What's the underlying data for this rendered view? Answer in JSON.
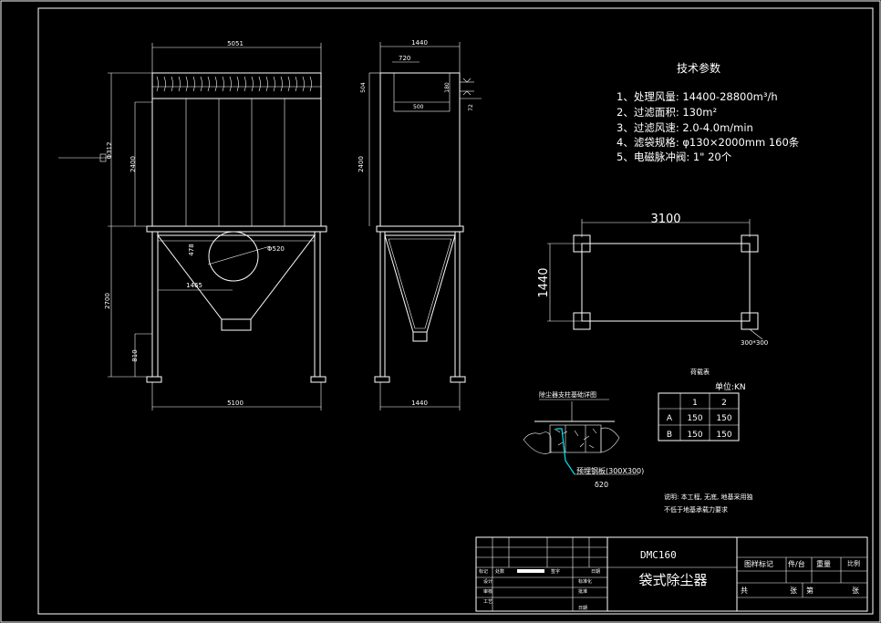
{
  "colors": {
    "background": "#000000",
    "line": "#ffffff",
    "accent": "#00e5ee"
  },
  "tech": {
    "title": "技术参数",
    "params": [
      "1、处理风量: 14400-28800m³/h",
      "2、过滤面积: 130m²",
      "3、过滤风速: 2.0-4.0m/min",
      "4、滤袋规格: φ130×2000mm   160条",
      "5、电磁脉冲阀: 1\"   20个"
    ]
  },
  "dims": {
    "front_top": "5051",
    "front_bottom": "5100",
    "side_top": "1440",
    "side_bottom": "1440",
    "side_720": "720",
    "side_500": "500",
    "side_504": "504",
    "side_180": "180",
    "side_72": "72",
    "height_2400_left": "2400",
    "height_2400_side": "2400",
    "height_2700": "2700",
    "height_810": "810",
    "inlet_312": "Φ312",
    "hopper_478": "478",
    "hopper_1465": "1465",
    "hopper_dia": "Φ520",
    "plan_3100": "3100",
    "plan_1440": "1440",
    "plan_pad": "300*300"
  },
  "load_table": {
    "title": "荷载表",
    "unit": "单位:KN",
    "cols": [
      "1",
      "2"
    ],
    "rows": [
      {
        "label": "A",
        "values": [
          "150",
          "150"
        ]
      },
      {
        "label": "B",
        "values": [
          "150",
          "150"
        ]
      }
    ]
  },
  "foundation": {
    "title": "除尘器支柱基础详图",
    "plate": "预埋钢板(300X300)",
    "thk": "δ20",
    "note1": "说明: 本工程, 无底, 地基采用独",
    "note2": "不低于地基承载力要求"
  },
  "title_block": {
    "model": "DMC160",
    "name": "袋式除尘器",
    "drawing_mark": "图样标记",
    "piece": "件/台",
    "weight": "重量",
    "scale": "比例",
    "total": "共",
    "sheet": "张",
    "no": "第",
    "sheet2": "张",
    "rev_mark": "标记",
    "rev_count": "处数",
    "file_no": "文件号",
    "sign": "签字",
    "date": "日期",
    "design": "设计",
    "check": "审核",
    "process": "工艺",
    "std": "标准化",
    "approve": "批准",
    "dated": "日期"
  }
}
